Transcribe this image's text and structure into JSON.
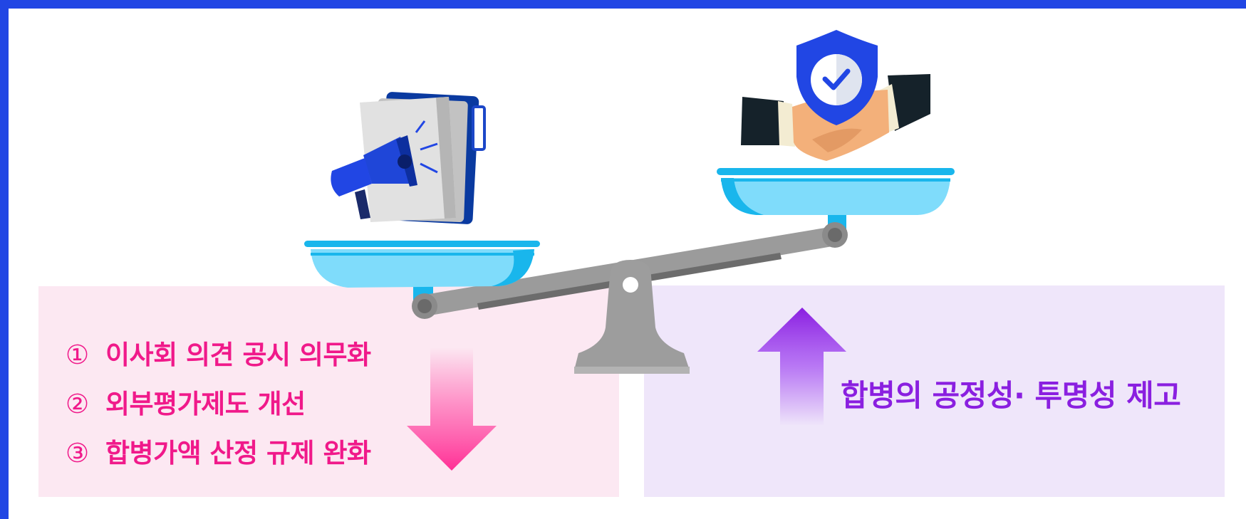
{
  "left_panel": {
    "items": [
      {
        "marker": "①",
        "text": "이사회 의견 공시 의무화"
      },
      {
        "marker": "②",
        "text": "외부평가제도 개선"
      },
      {
        "marker": "③",
        "text": "합병가액 산정 규제 완화"
      }
    ],
    "arrow_direction": "down",
    "color": "#f0198a"
  },
  "right_panel": {
    "text": "합병의 공정성· 투명성 제고",
    "arrow_direction": "up",
    "color": "#8a1fe0"
  },
  "scale": {
    "left_pan_icon": "megaphone-document-icon",
    "right_pan_icon": "shield-handshake-icon"
  },
  "colors": {
    "frame": "#2146e4",
    "left_panel_bg": "#fce8f2",
    "right_panel_bg": "#efe6fa",
    "pan": "#7fdcfb"
  }
}
